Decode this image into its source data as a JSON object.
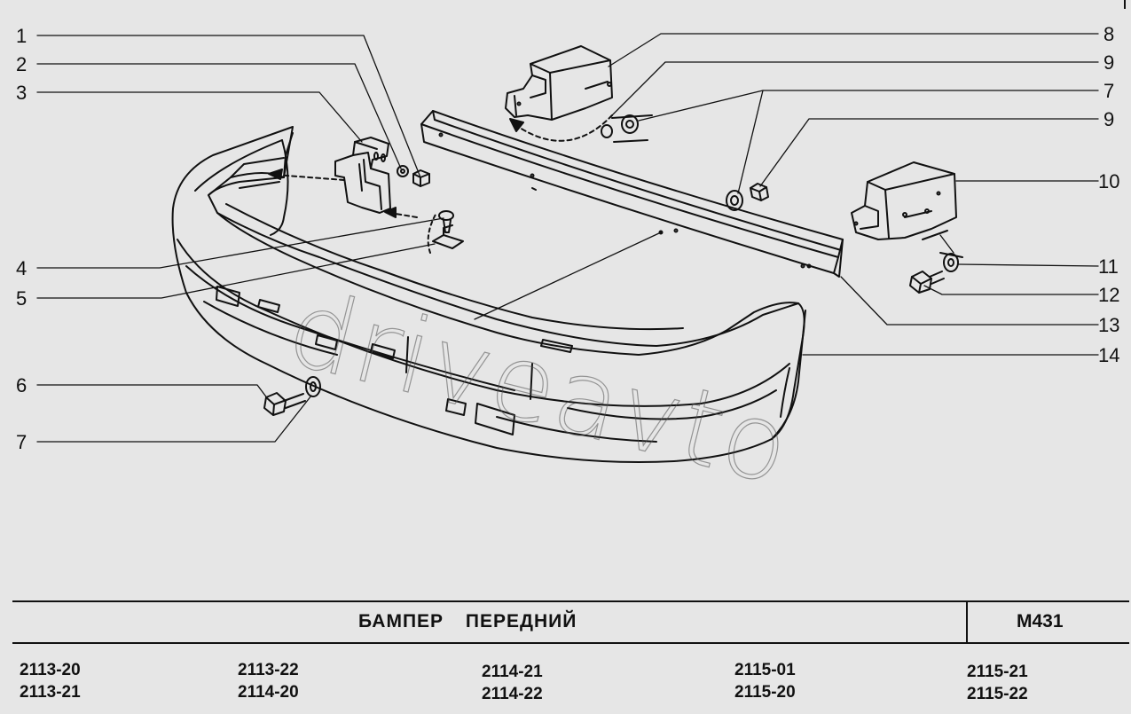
{
  "diagram": {
    "callouts": {
      "n1": "1",
      "n2": "2",
      "n3": "3",
      "n4": "4",
      "n5": "5",
      "n6": "6",
      "n7a": "7",
      "n8": "8",
      "n9a": "9",
      "n7b": "7",
      "n9b": "9",
      "n10": "10",
      "n11": "11",
      "n12": "12",
      "n13": "13",
      "n14": "14"
    },
    "watermark": "driveavto"
  },
  "title_block": {
    "title": "БАМПЕР ПЕРЕДНИЙ",
    "code": "М431"
  },
  "models": [
    [
      "2113-20",
      "2113-21"
    ],
    [
      "2113-22",
      "2114-20"
    ],
    [
      "2114-21",
      "2114-22"
    ],
    [
      "2115-01",
      "2115-20"
    ],
    [
      "2115-21",
      "2115-22"
    ]
  ],
  "colors": {
    "background": "#e6e6e6",
    "ink": "#111111",
    "watermark": "#505050"
  }
}
